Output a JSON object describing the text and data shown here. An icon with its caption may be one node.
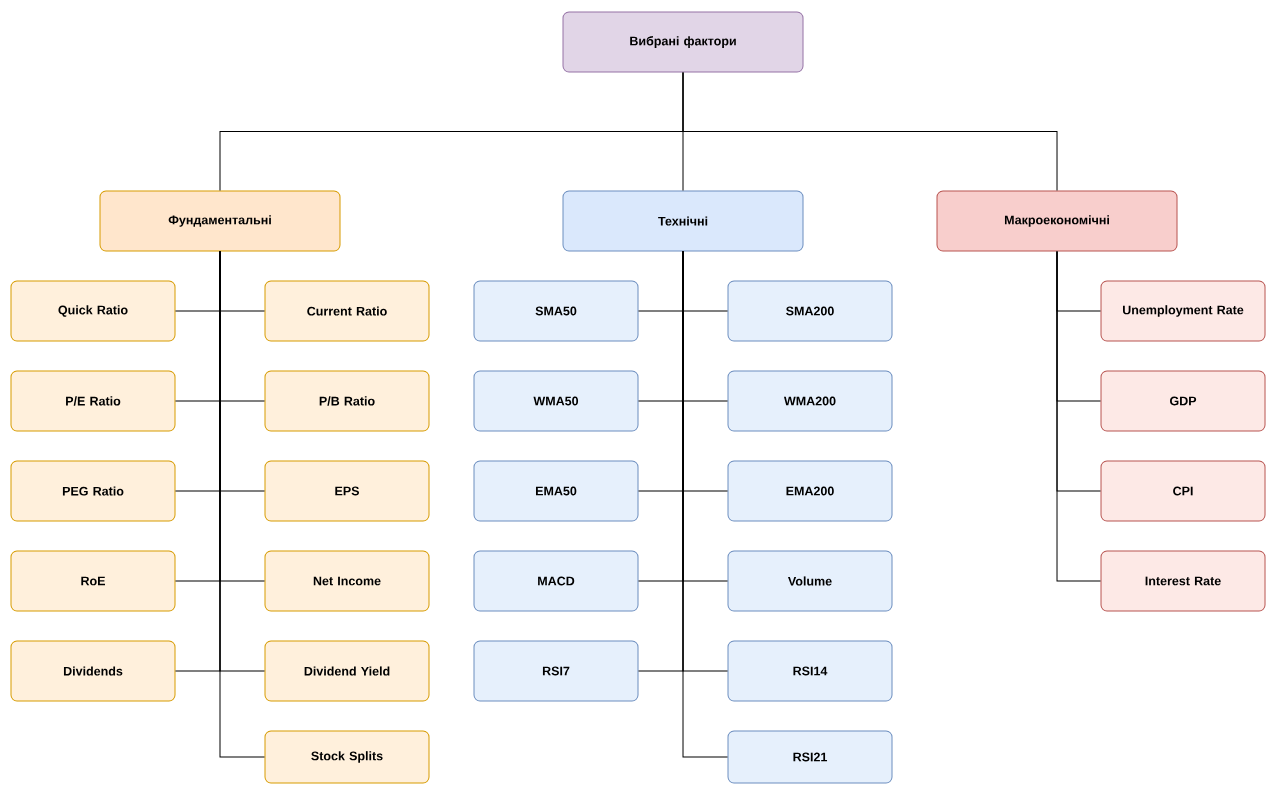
{
  "diagram": {
    "nodes": [
      {
        "text": [
          "Вибрані фактори"
        ]
      },
      {
        "text": [
          "Фундаментальні"
        ]
      },
      {
        "text": [
          "Технічні"
        ]
      },
      {
        "text": [
          "Макроекономічні"
        ]
      },
      {
        "text": [
          "Quick Ratio"
        ]
      },
      {
        "text": [
          "Current Ratio"
        ]
      },
      {
        "text": [
          "P/E Ratio"
        ]
      },
      {
        "text": [
          "P/B Ratio"
        ]
      },
      {
        "text": [
          "PEG Ratio"
        ]
      },
      {
        "text": [
          "EPS"
        ]
      },
      {
        "text": [
          "RoE"
        ]
      },
      {
        "text": [
          "Net Income"
        ]
      },
      {
        "text": [
          "Dividends"
        ]
      },
      {
        "text": [
          "Dividend Yield"
        ]
      },
      {
        "text": [
          "Stock Splits"
        ]
      },
      {
        "text": [
          "SMA50"
        ]
      },
      {
        "text": [
          "SMA200"
        ]
      },
      {
        "text": [
          "WMA50"
        ]
      },
      {
        "text": [
          "WMA200"
        ]
      },
      {
        "text": [
          "EMA50"
        ]
      },
      {
        "text": [
          "EMA200"
        ]
      },
      {
        "text": [
          "MACD"
        ]
      },
      {
        "text": [
          "Volume"
        ]
      },
      {
        "text": [
          "RSI7"
        ]
      },
      {
        "text": [
          "RSI14"
        ]
      },
      {
        "text": [
          "RSI21"
        ]
      },
      {
        "text": [
          "Unemployment Rate"
        ]
      },
      {
        "text": [
          "GDP"
        ]
      },
      {
        "text": [
          "CPI"
        ]
      },
      {
        "text": [
          "Interest Rate"
        ]
      }
    ],
    "edges": [
      {
        "from": 0,
        "to": 1,
        "arrow": "none"
      },
      {
        "from": 0,
        "to": 2,
        "arrow": "none"
      },
      {
        "from": 0,
        "to": 3,
        "arrow": "none"
      },
      {
        "from": 1,
        "to": 4,
        "arrow": "none"
      },
      {
        "from": 1,
        "to": 5,
        "arrow": "none"
      },
      {
        "from": 1,
        "to": 6,
        "arrow": "none"
      },
      {
        "from": 1,
        "to": 7,
        "arrow": "none"
      },
      {
        "from": 1,
        "to": 8,
        "arrow": "none"
      },
      {
        "from": 1,
        "to": 9,
        "arrow": "none"
      },
      {
        "from": 1,
        "to": 10,
        "arrow": "none"
      },
      {
        "from": 1,
        "to": 11,
        "arrow": "none"
      },
      {
        "from": 1,
        "to": 12,
        "arrow": "none"
      },
      {
        "from": 1,
        "to": 13,
        "arrow": "none"
      },
      {
        "from": 1,
        "to": 14,
        "arrow": "none"
      },
      {
        "from": 2,
        "to": 15,
        "arrow": "none"
      },
      {
        "from": 2,
        "to": 16,
        "arrow": "none"
      },
      {
        "from": 2,
        "to": 17,
        "arrow": "none"
      },
      {
        "from": 2,
        "to": 18,
        "arrow": "none"
      },
      {
        "from": 2,
        "to": 19,
        "arrow": "none"
      },
      {
        "from": 2,
        "to": 20,
        "arrow": "none"
      },
      {
        "from": 2,
        "to": 21,
        "arrow": "none"
      },
      {
        "from": 2,
        "to": 22,
        "arrow": "none"
      },
      {
        "from": 2,
        "to": 23,
        "arrow": "none"
      },
      {
        "from": 2,
        "to": 24,
        "arrow": "none"
      },
      {
        "from": 2,
        "to": 25,
        "arrow": "none"
      },
      {
        "from": 3,
        "to": 26,
        "arrow": "none"
      },
      {
        "from": 3,
        "to": 27,
        "arrow": "none"
      },
      {
        "from": 3,
        "to": 28,
        "arrow": "none"
      },
      {
        "from": 3,
        "to": 29,
        "arrow": "none"
      }
    ]
  }
}
